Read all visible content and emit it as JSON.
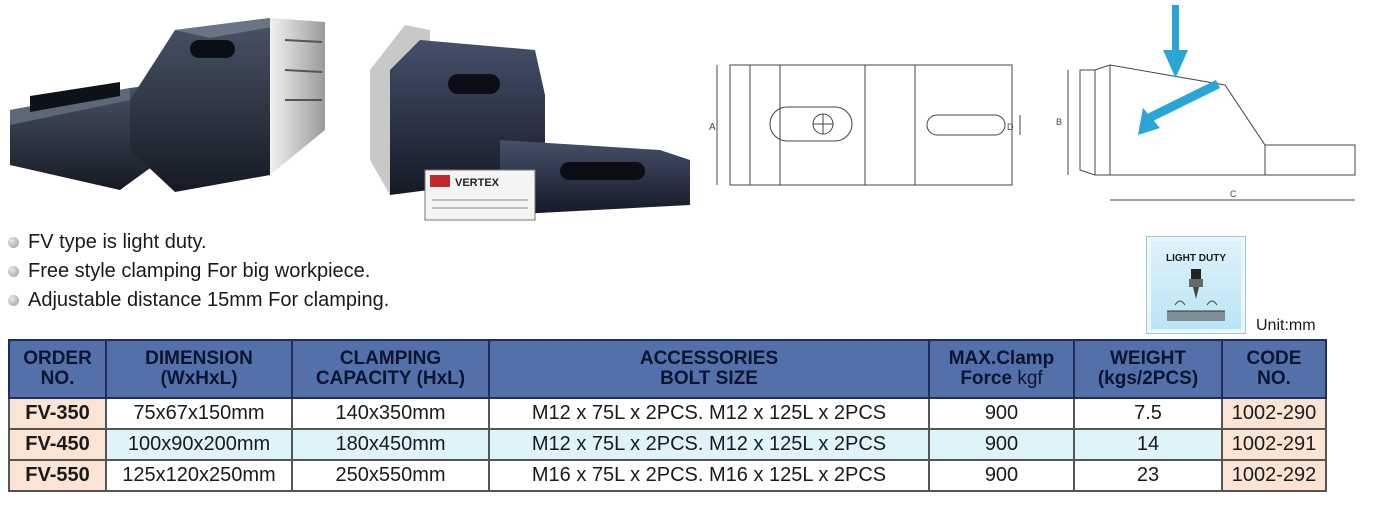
{
  "bullets": [
    "FV type is light duty.",
    "Free style clamping For big workpiece.",
    "Adjustable distance 15mm For clamping."
  ],
  "brand_label": "VERTEX",
  "badge": {
    "title": "LIGHT DUTY"
  },
  "drawing_labels": {
    "a": "A",
    "d": "D",
    "b": "B",
    "c": "C"
  },
  "unit_label": "Unit:mm",
  "table": {
    "headers": [
      {
        "line1": "ORDER",
        "line2": "NO."
      },
      {
        "line1": "DIMENSION",
        "line2": "(WxHxL)"
      },
      {
        "line1": "CLAMPING",
        "line2": "CAPACITY (HxL)"
      },
      {
        "line1": "ACCESSORIES",
        "line2": "BOLT SIZE"
      },
      {
        "line1": "MAX.Clamp",
        "line2a": "Force",
        "line2b": " kgf"
      },
      {
        "line1": "WEIGHT",
        "line2": "(kgs/2PCS)"
      },
      {
        "line1": "CODE",
        "line2": "NO."
      }
    ],
    "rows": [
      {
        "order": "FV-350",
        "dimension": "75x67x150mm",
        "capacity": "140x350mm",
        "bolts": "M12 x 75L x 2PCS. M12 x 125L x 2PCS",
        "force": "900",
        "weight": "7.5",
        "code": "1002-290"
      },
      {
        "order": "FV-450",
        "dimension": "100x90x200mm",
        "capacity": "180x450mm",
        "bolts": "M12 x 75L x 2PCS. M12 x 125L x 2PCS",
        "force": "900",
        "weight": "14",
        "code": "1002-291"
      },
      {
        "order": "FV-550",
        "dimension": "125x120x250mm",
        "capacity": "250x550mm",
        "bolts": "M16 x 75L x 2PCS. M16 x 125L x 2PCS",
        "force": "900",
        "weight": "23",
        "code": "1002-292"
      }
    ]
  }
}
